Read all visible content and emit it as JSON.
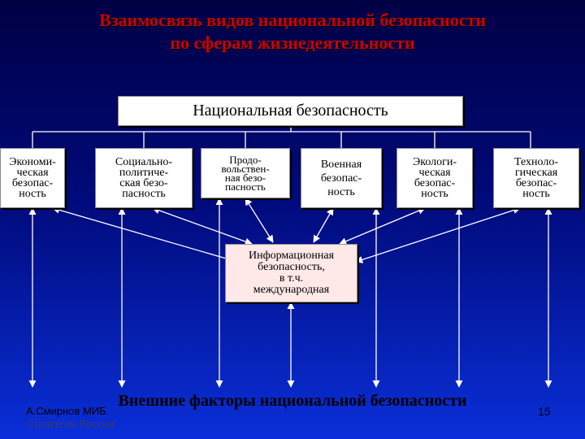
{
  "title": {
    "line1": "Взаимосвязь видов национальной безопасности",
    "line2": "по сферам жизнедеятельности"
  },
  "national_security": "Национальная безопасность",
  "types": [
    "Экономи-\nческая\nбезопас-\nность",
    "Социально-\nполитиче-\nская безо-\nпасность",
    "Продо-\nвольствен-\nная безо-\nпасность",
    "Военная\nбезопас-\nность",
    "Экологи-\nческая\nбезопас-\nность",
    "Техноло-\nгическая\nбезопас-\nность"
  ],
  "info_security": "Информационная\nбезопасность,\nв т.ч.\nмеждународная",
  "external_factors": "Внешние факторы национальной безопасности",
  "author": {
    "line1": "А.Смирнов МИБ.",
    "line2": "Стратегия России"
  },
  "page_number": "15",
  "colors": {
    "title": "#cc0000",
    "background_top": "#000044",
    "background_bottom": "#0a2fd8",
    "box": "#ffffff",
    "info_box": "#ffe8e8",
    "connectors": "#ffffff"
  }
}
